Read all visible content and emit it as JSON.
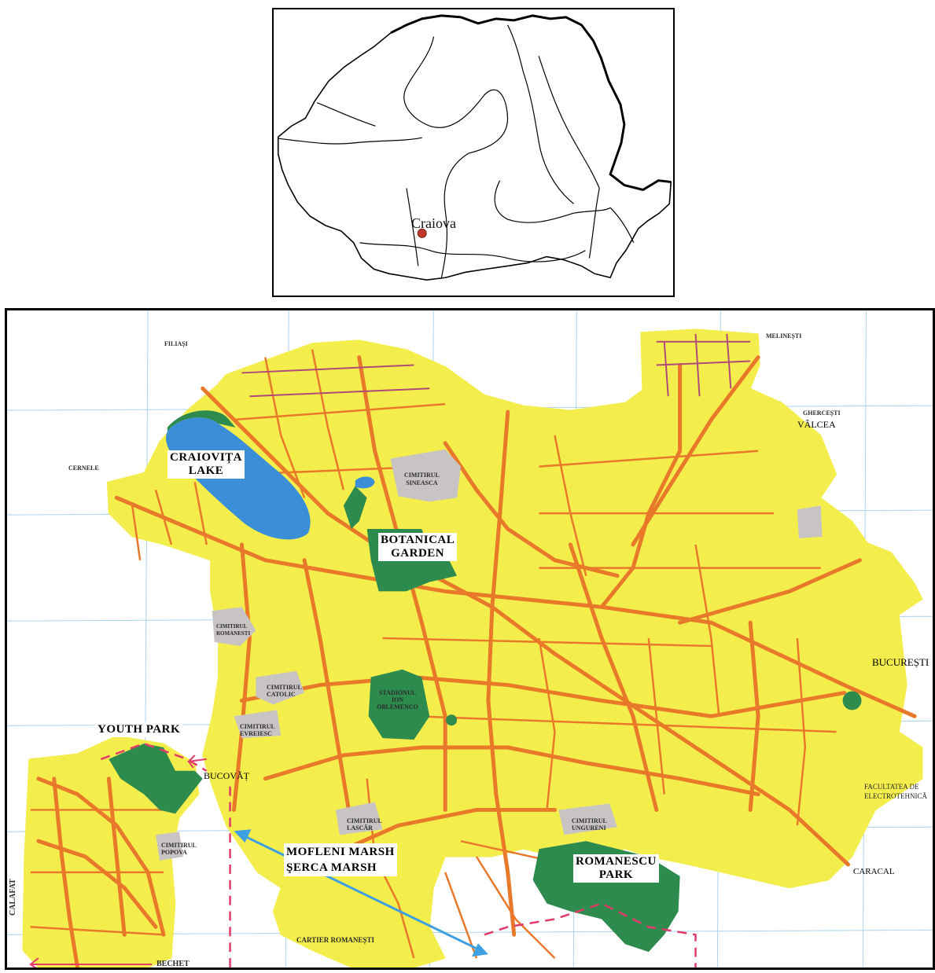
{
  "inset": {
    "city_label": "Craiova",
    "marker_color": "#c0392b"
  },
  "main_map": {
    "park_labels": {
      "craiovita_lake": [
        "CRAIOVIȚA",
        "LAKE"
      ],
      "botanical_garden": [
        "BOTANICAL",
        "GARDEN"
      ],
      "youth_park": "YOUTH PARK",
      "marshes": [
        "MOFLENI MARSH",
        "ŞERCA MARSH"
      ],
      "romanescu_park": [
        "ROMANESCU",
        "PARK"
      ]
    },
    "place_labels": {
      "bucovat": "BUCOVĂȚ",
      "cartier": "CARTIER ROMANEȘTI",
      "bucuresti": "BUCUREȘTI",
      "caracal": "CARACAL",
      "melinesti": "MELINEȘTI",
      "ghercesti": "GHERCEȘTI",
      "valcea": "VÂLCEA",
      "filiasi": "FILIAȘI",
      "cernele": "CERNELE",
      "bechet": "BECHET",
      "calafat": "CALAFAT",
      "facultatea": [
        "FACULTATEA DE",
        "ELECTROTEHNICĂ"
      ]
    },
    "cemetery_labels": {
      "sineasca": [
        "CIMITIRUL",
        "SINEASCA"
      ],
      "romanesti": [
        "CIMITIRUL",
        "ROMANESTI"
      ],
      "catolic": [
        "CIMITIRUL",
        "CATOLIC"
      ],
      "evreiesc": [
        "CIMITIRUL",
        "EVREIESC"
      ],
      "popova": [
        "CIMITIRUL",
        "POPOVA"
      ],
      "lascar": [
        "CIMITIRUL",
        "LASCĂR"
      ],
      "ungureni": [
        "CIMITIRUL",
        "UNGURENI"
      ]
    },
    "stadium_label": [
      "STADIONUL",
      "ION",
      "OBLEMENCO"
    ],
    "colors": {
      "city_fill": "#f4ee4c",
      "roads": "#e8782a",
      "water": "#3a8fd8",
      "parks": "#2e8b4e",
      "cemetery": "#c8c4c4",
      "grid": "#a9d3ef",
      "boundary": "#e23a6a",
      "arrow": "#3ea0e0"
    }
  }
}
